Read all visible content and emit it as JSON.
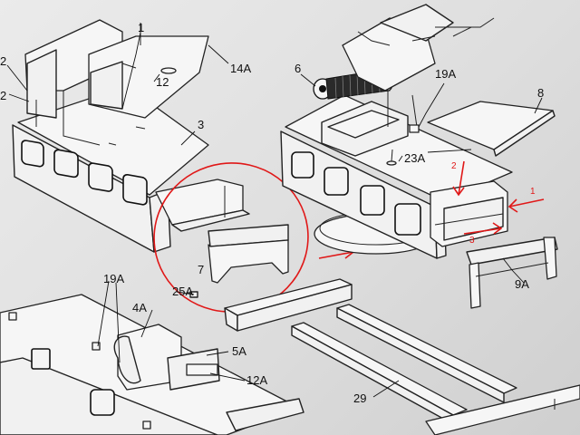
{
  "colors": {
    "annotation_red": "#e01818",
    "ink": "#111111",
    "paper": "#e6e6e6"
  },
  "callouts": {
    "l2a": "2",
    "l2b": "2",
    "l1": "1",
    "l12": "12",
    "l14A": "14A",
    "l3": "3",
    "l7": "7",
    "l6": "6",
    "l19A_top": "19A",
    "l8": "8",
    "l23A": "23A",
    "l9A": "9A",
    "l19A_bottom": "19A",
    "l25A": "25A",
    "l4A": "4A",
    "l5A": "5A",
    "l12A": "12A",
    "l29": "29"
  },
  "red_annotations": {
    "n1": "1",
    "n2": "2",
    "n3": "3"
  }
}
